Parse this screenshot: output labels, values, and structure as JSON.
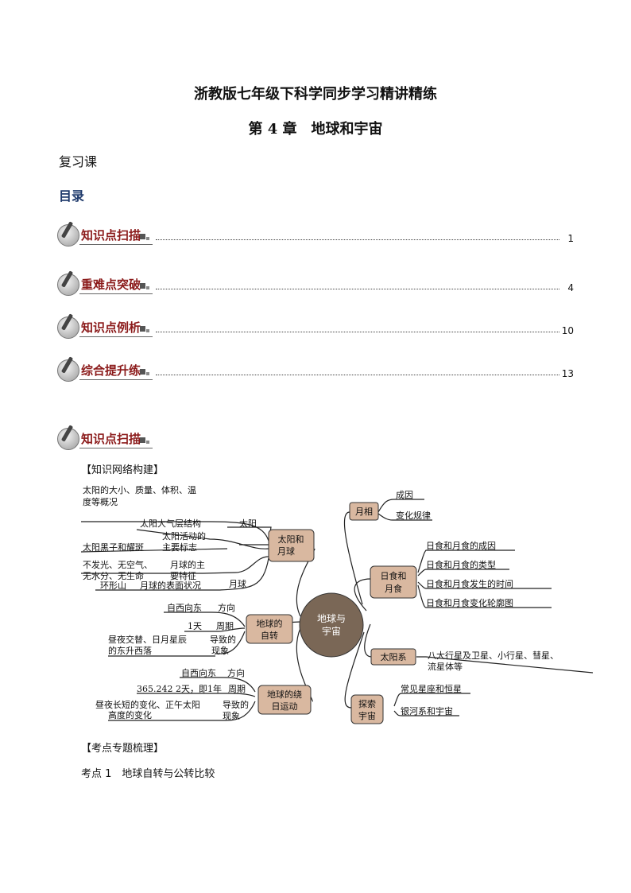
{
  "header": {
    "title": "浙教版七年级下科学同步学习精讲精练",
    "chapter": "第 4 章　地球和宇宙",
    "lesson": "复习课",
    "toc_label": "目录"
  },
  "toc": [
    {
      "label": "知识点扫描",
      "page": "1"
    },
    {
      "label": "重难点突破",
      "page": "4"
    },
    {
      "label": "知识点例析",
      "page": "10"
    },
    {
      "label": "综合提升练",
      "page": "13"
    }
  ],
  "section_badge": "知识点扫描",
  "network_heading": "【知识网络构建】",
  "topic_heading": "【考点专题梳理】",
  "kaodian1": "考点 1　地球自转与公转比较",
  "mindmap": {
    "center": [
      "地球与",
      "宇宙"
    ],
    "left_nodes": {
      "sun_moon": [
        "太阳和",
        "月球"
      ],
      "rotation": [
        "地球的",
        "自转"
      ],
      "revolution": [
        "地球的绕",
        "日运动"
      ]
    },
    "right_nodes": {
      "phase": "月相",
      "eclipse": [
        "日食和",
        "月食"
      ],
      "solar_system": "太阳系",
      "explore": [
        "探索",
        "宇宙"
      ]
    },
    "sun_branch": {
      "label": "太阳",
      "overview": [
        "太阳的大小、质量、体积、温",
        "度等概况"
      ],
      "atmosphere": "太阳大气层结构",
      "activity": [
        "太阳活动的",
        "主要标志"
      ],
      "spots": "太阳黑子和耀斑"
    },
    "moon_branch": {
      "label": "月球",
      "features_left": [
        "不发光、无空气、",
        "无水分、无生命"
      ],
      "features_right": [
        "月球的主",
        "要特征"
      ],
      "surface": "月球的表面状况",
      "crater": "环形山"
    },
    "rotation_branch": {
      "dir_val": "自西向东",
      "dir_label": "方向",
      "period_val": "1天",
      "period_label": "周期",
      "phen_val": [
        "昼夜交替、日月星辰",
        "的东升西落"
      ],
      "phen_label": [
        "导致的",
        "现象"
      ]
    },
    "revolution_branch": {
      "dir_val": "自西向东",
      "dir_label": "方向",
      "period_val": "365.242 2天，即1年",
      "period_label": "周期",
      "phen_val": [
        "昼夜长短的变化、正午太阳",
        "高度的变化"
      ],
      "phen_label": [
        "导致的",
        "现象"
      ]
    },
    "phase_items": [
      "成因",
      "变化规律"
    ],
    "eclipse_items": [
      "日食和月食的成因",
      "日食和月食的类型",
      "日食和月食发生的时间",
      "日食和月食变化轮廓图"
    ],
    "solar_items": [
      "八大行星及卫星、小行星、彗星、",
      "流星体等"
    ],
    "explore_items": [
      "常见星座和恒星",
      "银河系和宇宙"
    ]
  },
  "colors": {
    "node_fill": "#d9b8a0",
    "center_fill": "#7a6756",
    "branch_line": "#222222",
    "toc_badge_text": "#8b1a1a"
  }
}
